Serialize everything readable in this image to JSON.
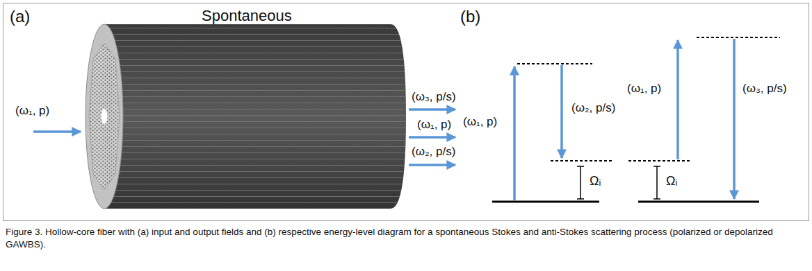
{
  "diagram": {
    "caption": "Figure 3. Hollow-core fiber with (a) input and output fields and (b) respective energy-level diagram for a spontaneous Stokes and anti-Stokes scattering process (polarized or depolarized GAWBS).",
    "labels": [
      "(a)",
      "Spontaneous",
      "(ω₁, p)",
      "(ω₃, p/s)",
      "(ω₁, p)",
      "(ω₂, p/s)",
      "(b)",
      "(ω₁, p)",
      "(ω₂, p/s)",
      "Ωᵢ",
      "(ω₁, p)",
      "(ω₃, p/s)",
      "Ωᵢ"
    ]
  }
}
